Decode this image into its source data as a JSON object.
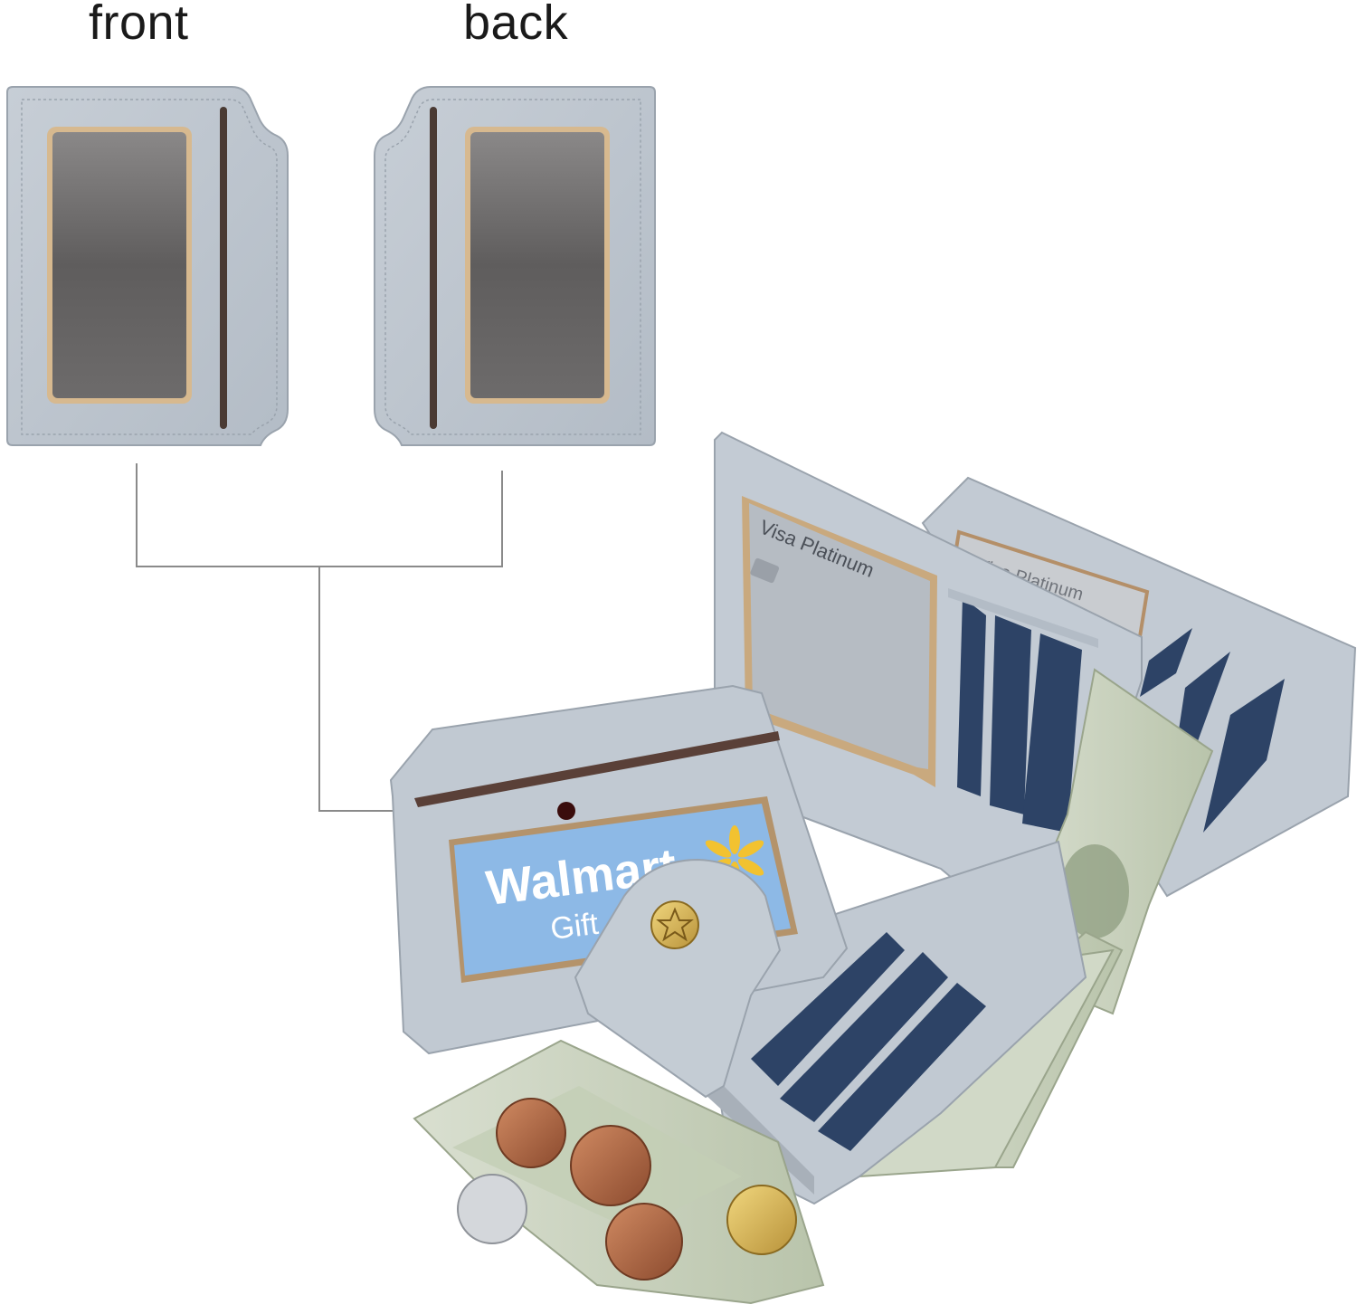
{
  "labels": {
    "front": "front",
    "back": "back"
  },
  "cards": {
    "visa_top": "Visa Platinum",
    "visa_back": "Visa Platinum",
    "walmart": "Walmart",
    "gift": "Gift"
  },
  "colors": {
    "leather": "#bcc4cd",
    "leather_dark": "#a9b2bc",
    "window": "#6e6c6c",
    "slot": "#4a3a33",
    "card_blue": "#2d4366",
    "walmart_blue": "#8db9e6",
    "connector_line": "#8a8a8a",
    "dot": "#3a0c0c",
    "bill_green": "#c9d3bd"
  }
}
